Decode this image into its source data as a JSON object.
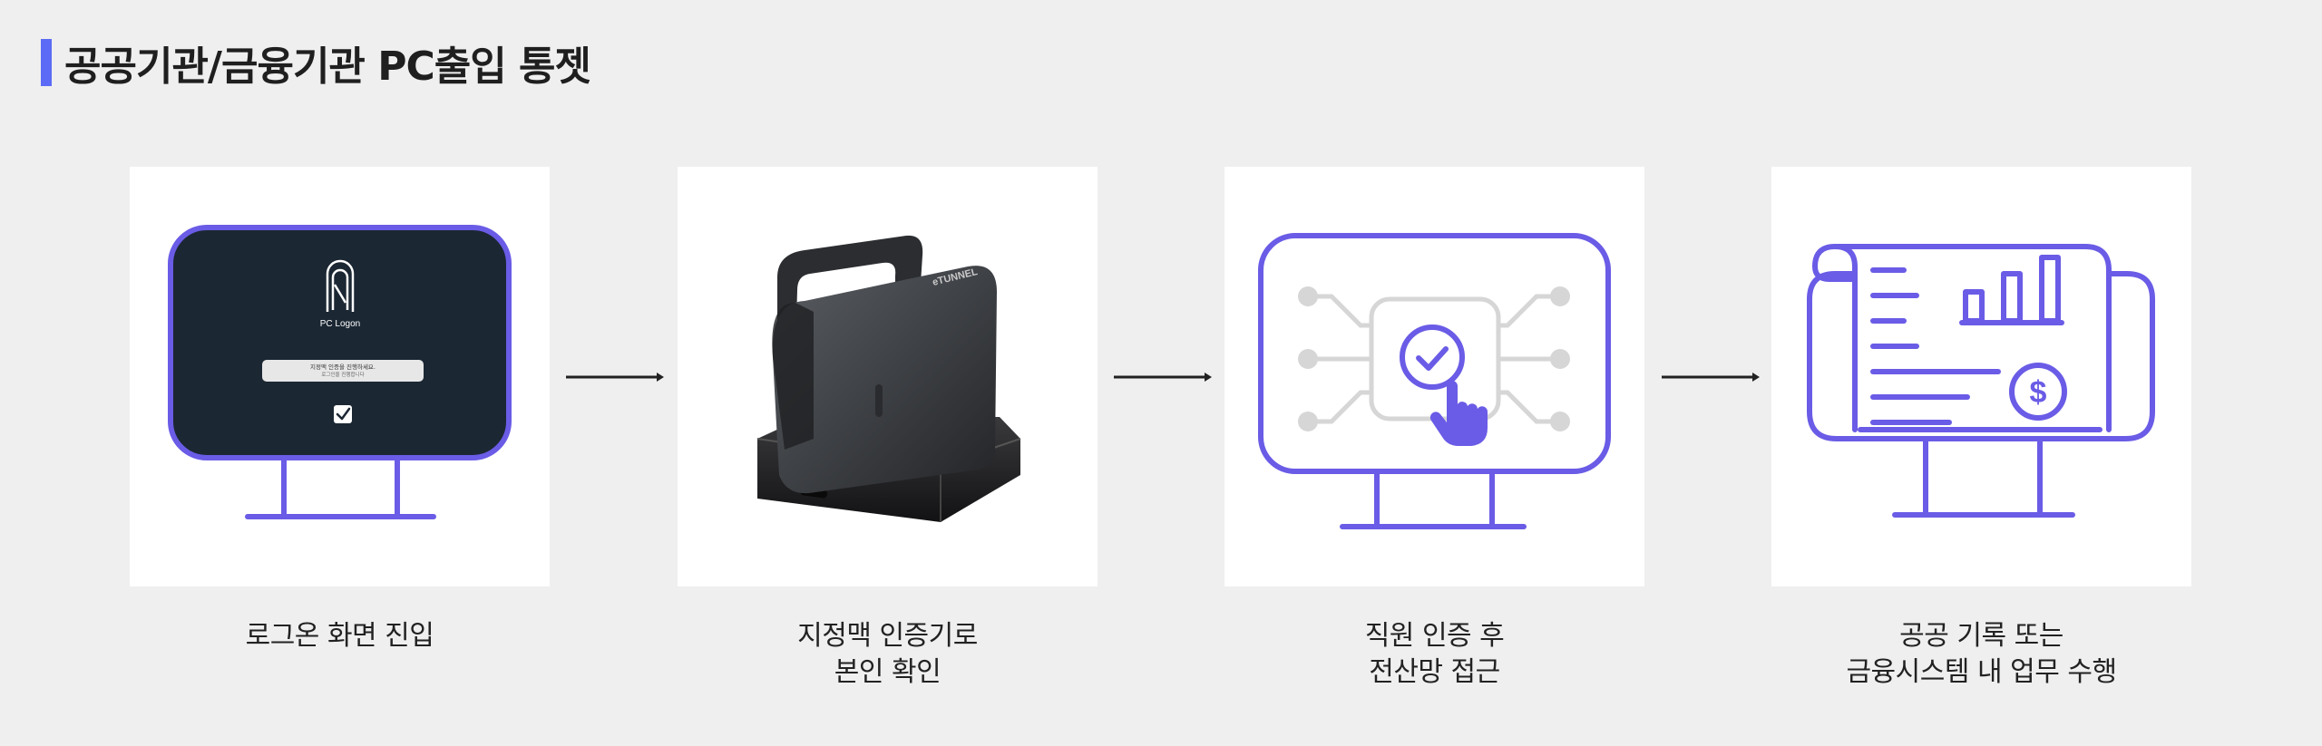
{
  "header": {
    "title": "공공기관/금융기관 PC출입 통젯"
  },
  "steps": [
    {
      "lines": [
        "로그온 화면 진입"
      ],
      "icon": "monitor-logon-icon"
    },
    {
      "lines": [
        "지정맥 인증기로",
        "본인 확인"
      ],
      "icon": "vein-scanner-device"
    },
    {
      "lines": [
        "직원 인증 후",
        "전산망 접근"
      ],
      "icon": "monitor-authentication-icon"
    },
    {
      "lines": [
        "공공 기록 또는",
        "금융시스템 내 업무 수행"
      ],
      "icon": "monitor-financial-report-icon"
    }
  ],
  "screen": {
    "app_label": "PC Logon",
    "message_line1": "지정맥 인증을 진행하세요.",
    "message_line2": "로그인을 진행합니다"
  },
  "device": {
    "brand": "eTUNNEL"
  },
  "colors": {
    "accent": "#5b6bf5",
    "icon_purple": "#6a5ce6",
    "screen_dark": "#1b2733"
  }
}
